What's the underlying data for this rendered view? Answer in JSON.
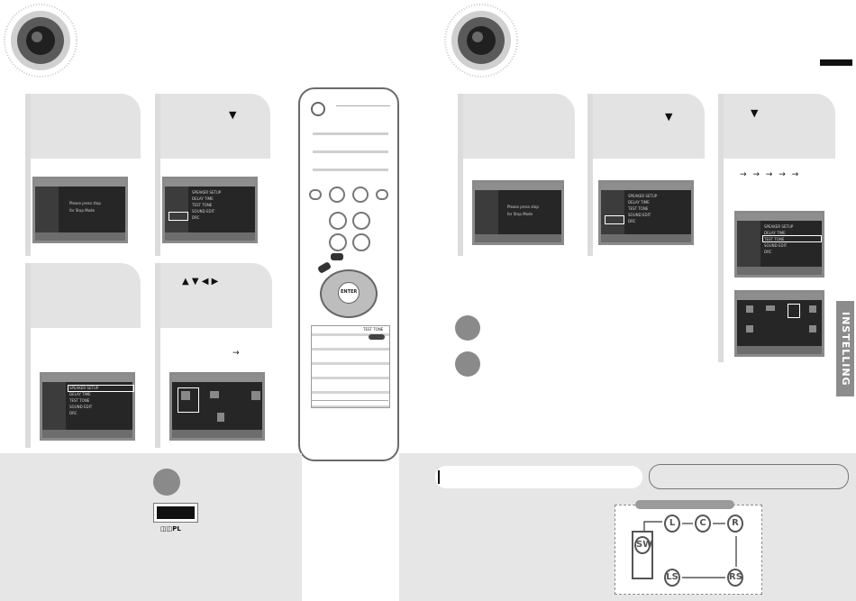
{
  "arrows": {
    "down": "▼",
    "dirs": "▲ ▼ ◀ ▶",
    "right_arrow": "→",
    "seq": "→ → → → →"
  },
  "remote": {
    "btn_test_tone": "TEST TONE",
    "btn_enter": "ENTER"
  },
  "logo": {
    "dolby_pl": "◫◫PL"
  },
  "side_tab": {
    "label": "INSTELLING"
  },
  "screens": {
    "msg_line1": "Please press stop",
    "msg_line2": "for Stop Mode",
    "menu": [
      "SPEAKER SETUP",
      "DELAY TIME",
      "TEST TONE",
      "SOUND EDIT",
      "DRC"
    ]
  },
  "colors": {
    "gray_panel": "#e3e3e3",
    "dark_screen": "#262626",
    "accent_tab": "#8c8c8c"
  }
}
